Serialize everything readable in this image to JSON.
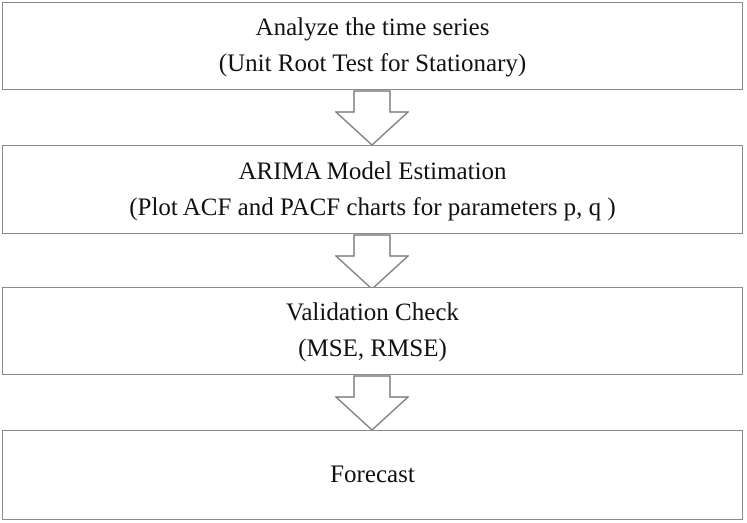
{
  "steps": [
    {
      "title": "Analyze the time series",
      "subtitle": "(Unit Root Test for Stationary)"
    },
    {
      "title": "ARIMA Model Estimation",
      "subtitle": "(Plot ACF and PACF charts for parameters p, q )"
    },
    {
      "title": "Validation Check",
      "subtitle": "(MSE, RMSE)"
    },
    {
      "title": "Forecast"
    }
  ],
  "colors": {
    "border": "#8a8a8a",
    "arrow_stroke": "#7f7f7f",
    "text": "#111111",
    "background": "#ffffff"
  }
}
